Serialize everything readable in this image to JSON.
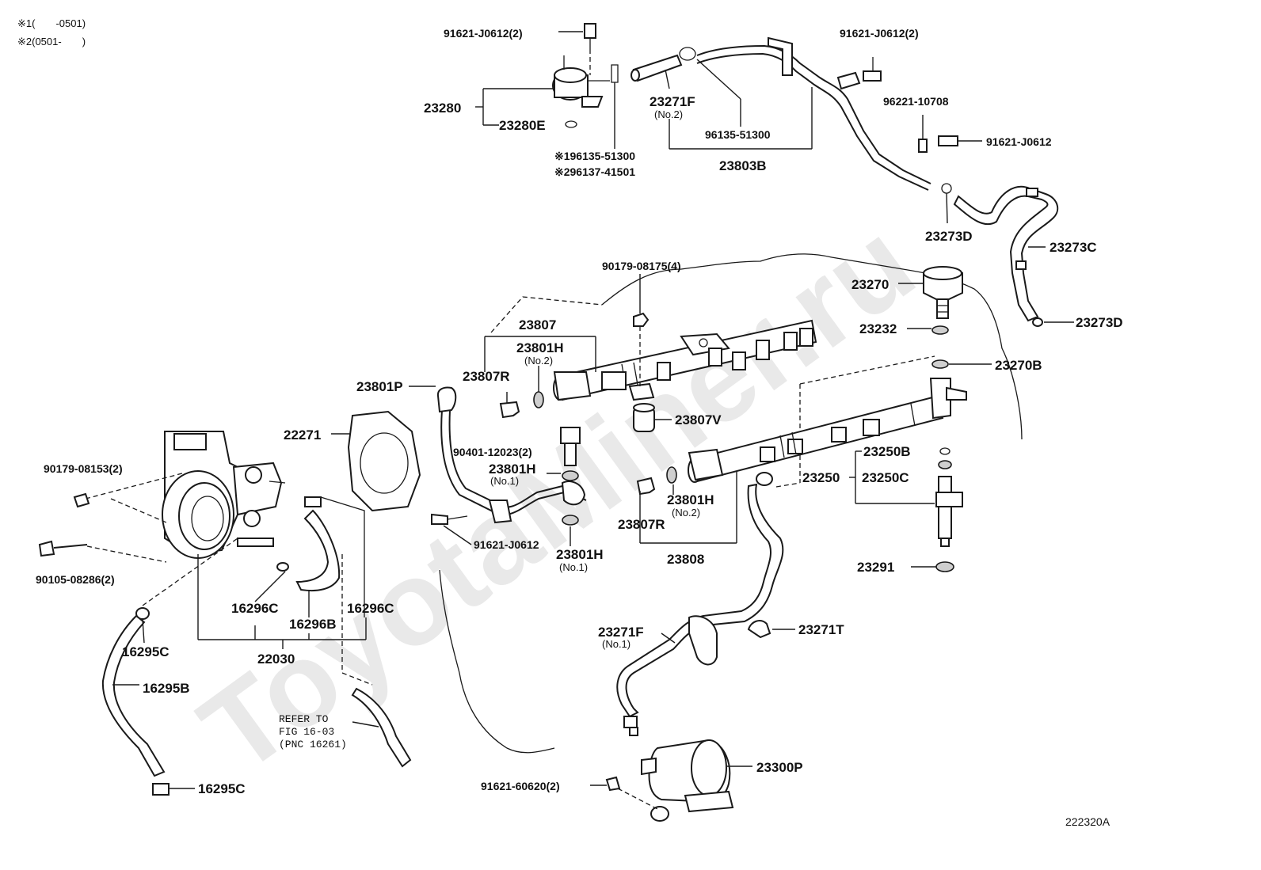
{
  "legend": {
    "note1": "※1(　　-0501)",
    "note2": "※2(0501-　　)"
  },
  "watermark": "ToyotaMiner.ru",
  "figure_code": "222320A",
  "reference_note": [
    "REFER TO",
    "FIG 16-03",
    "(PNC 16261)"
  ],
  "labels": {
    "p91621_j0612_2a": "91621-J0612(2)",
    "p91621_j0612_2b": "91621-J0612(2)",
    "p23280": "23280",
    "p23280e": "23280E",
    "p23271f_top": "23271F",
    "p23271f_top_sub": "(No.2)",
    "p96135_51300": "96135-51300",
    "p96135_51300_n1": "※196135-51300",
    "p96137_41501_n2": "※296137-41501",
    "p23803b": "23803B",
    "p96221_10708": "96221-10708",
    "p91621_j0612_right": "91621-J0612",
    "p23273d_top": "23273D",
    "p23273c": "23273C",
    "p23273d_bottom": "23273D",
    "p23270": "23270",
    "p23232": "23232",
    "p23270b": "23270B",
    "p90179_08175": "90179-08175(4)",
    "p23807": "23807",
    "p23801h_a": "23801H",
    "p23801h_a_sub": "(No.2)",
    "p23807r_a": "23807R",
    "p23801p": "23801P",
    "p23807v": "23807V",
    "p22271": "22271",
    "p90401_12023": "90401-12023(2)",
    "p23801h_b": "23801H",
    "p23801h_b_sub": "(No.1)",
    "p23250b": "23250B",
    "p23250": "23250",
    "p23250c": "23250C",
    "p23801h_c": "23801H",
    "p23801h_c_sub": "(No.2)",
    "p23807r_b": "23807R",
    "p23808": "23808",
    "p91621_j0612_mid": "91621-J0612",
    "p23801h_d": "23801H",
    "p23801h_d_sub": "(No.1)",
    "p23291": "23291",
    "p90179_08153": "90179-08153(2)",
    "p90105_08286": "90105-08286(2)",
    "p16296c_a": "16296C",
    "p16296b": "16296B",
    "p16296c_b": "16296C",
    "p16295c_a": "16295C",
    "p22030": "22030",
    "p16295b": "16295B",
    "p16295c_b": "16295C",
    "p23271f_bottom": "23271F",
    "p23271f_bottom_sub": "(No.1)",
    "p23271t": "23271T",
    "p23300p": "23300P",
    "p91621_60620": "91621-60620(2)"
  }
}
